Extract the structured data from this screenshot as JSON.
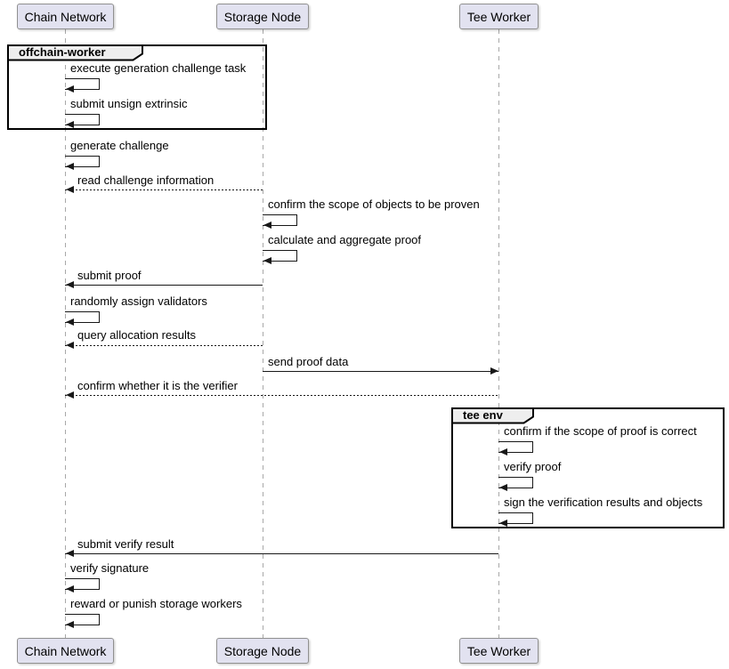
{
  "diagram": {
    "type": "sequence",
    "participants": [
      {
        "label": "Chain Network"
      },
      {
        "label": "Storage Node"
      },
      {
        "label": "Tee Worker"
      }
    ],
    "frames": [
      {
        "label": "offchain-worker"
      },
      {
        "label": "tee env"
      }
    ],
    "messages": [
      {
        "label": "execute generation challenge task",
        "from": "Chain Network",
        "to": "Chain Network",
        "style": "solid-self"
      },
      {
        "label": "submit unsign extrinsic",
        "from": "Chain Network",
        "to": "Chain Network",
        "style": "solid-self"
      },
      {
        "label": "generate challenge",
        "from": "Chain Network",
        "to": "Chain Network",
        "style": "solid-self"
      },
      {
        "label": "read challenge information",
        "from": "Storage Node",
        "to": "Chain Network",
        "style": "dotted"
      },
      {
        "label": "confirm the scope of objects to be proven",
        "from": "Storage Node",
        "to": "Storage Node",
        "style": "solid-self"
      },
      {
        "label": "calculate and aggregate proof",
        "from": "Storage Node",
        "to": "Storage Node",
        "style": "solid-self"
      },
      {
        "label": "submit proof",
        "from": "Storage Node",
        "to": "Chain Network",
        "style": "solid"
      },
      {
        "label": "randomly assign validators",
        "from": "Chain Network",
        "to": "Chain Network",
        "style": "solid-self"
      },
      {
        "label": "query allocation results",
        "from": "Storage Node",
        "to": "Chain Network",
        "style": "dotted"
      },
      {
        "label": "send proof data",
        "from": "Storage Node",
        "to": "Tee Worker",
        "style": "solid"
      },
      {
        "label": "confirm whether it is the verifier",
        "from": "Tee Worker",
        "to": "Chain Network",
        "style": "dotted"
      },
      {
        "label": "confirm if the scope of proof is correct",
        "from": "Tee Worker",
        "to": "Tee Worker",
        "style": "solid-self"
      },
      {
        "label": "verify proof",
        "from": "Tee Worker",
        "to": "Tee Worker",
        "style": "solid-self"
      },
      {
        "label": "sign the verification results and objects",
        "from": "Tee Worker",
        "to": "Tee Worker",
        "style": "solid-self"
      },
      {
        "label": "submit verify result",
        "from": "Tee Worker",
        "to": "Chain Network",
        "style": "solid"
      },
      {
        "label": "verify signature",
        "from": "Chain Network",
        "to": "Chain Network",
        "style": "solid-self"
      },
      {
        "label": "reward or punish storage workers",
        "from": "Chain Network",
        "to": "Chain Network",
        "style": "solid-self"
      }
    ],
    "colors": {
      "participant_fill": "#E2E2F0",
      "participant_border": "#909090",
      "frame_border": "#000000",
      "frame_label_fill": "#EEEEEE",
      "message_line": "#181818",
      "lifeline": "#A8A8A8",
      "background": "#FFFFFF"
    }
  }
}
